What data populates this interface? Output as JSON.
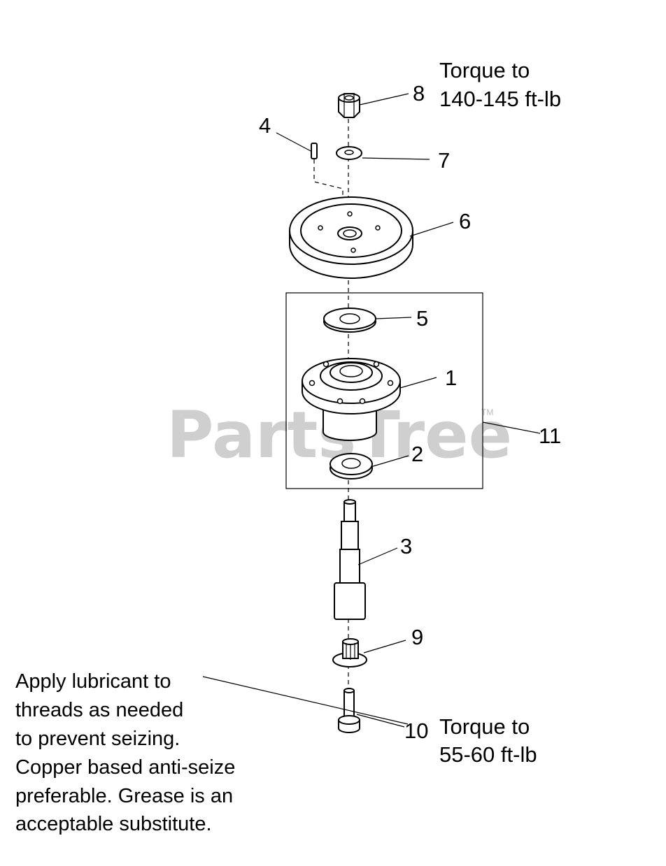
{
  "watermark": {
    "text": "PartsTree",
    "trademark": "TM"
  },
  "callouts": [
    {
      "id": "8",
      "label": "8"
    },
    {
      "id": "4",
      "label": "4"
    },
    {
      "id": "7",
      "label": "7"
    },
    {
      "id": "6",
      "label": "6"
    },
    {
      "id": "5",
      "label": "5"
    },
    {
      "id": "1",
      "label": "1"
    },
    {
      "id": "11",
      "label": "11"
    },
    {
      "id": "2",
      "label": "2"
    },
    {
      "id": "3",
      "label": "3"
    },
    {
      "id": "9",
      "label": "9"
    },
    {
      "id": "10",
      "label": "10"
    }
  ],
  "notes": {
    "torque_top": [
      "Torque to",
      "140-145 ft-lb"
    ],
    "torque_bottom": [
      "Torque to",
      "55-60 ft-lb"
    ],
    "lubricant": [
      "Apply lubricant to",
      "threads as needed",
      "to prevent seizing.",
      "Copper based anti-seize",
      "preferable. Grease is an",
      "acceptable substitute."
    ]
  }
}
